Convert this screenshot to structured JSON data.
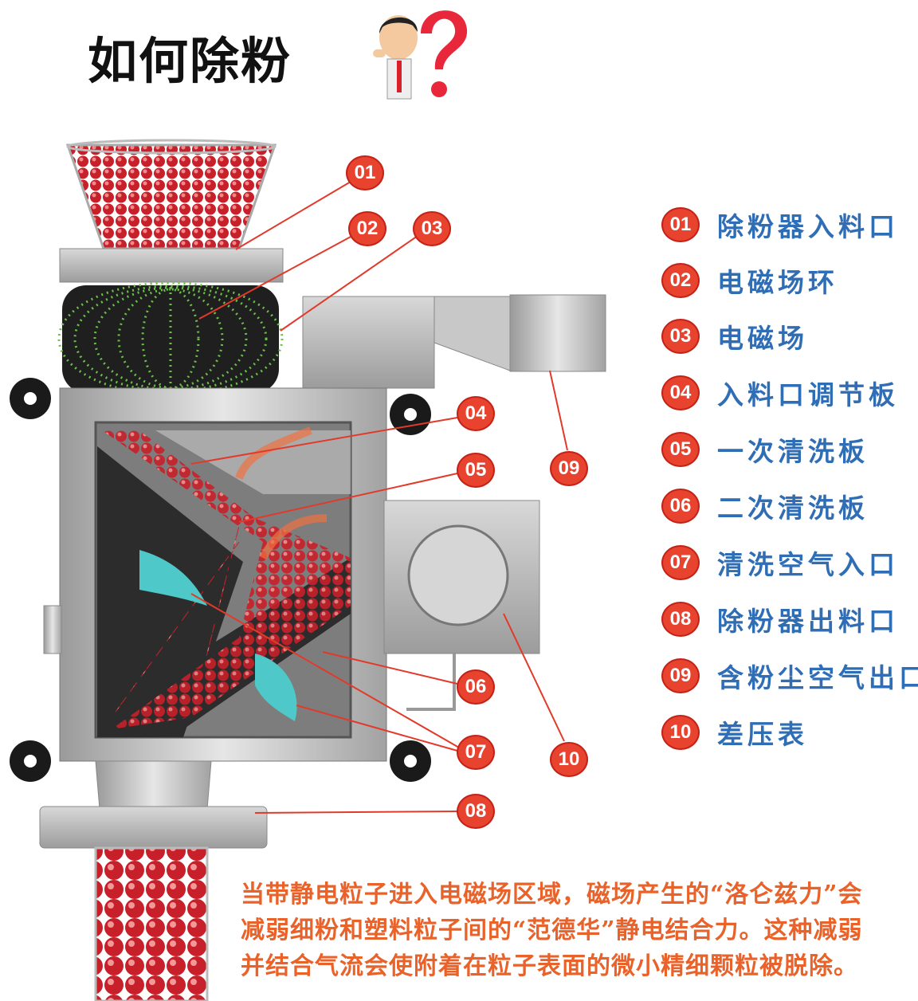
{
  "title": "如何除粉",
  "callouts": [
    "01",
    "02",
    "03",
    "04",
    "05",
    "06",
    "07",
    "08",
    "09",
    "10"
  ],
  "legend": [
    {
      "num": "01",
      "label": "除粉器入料口"
    },
    {
      "num": "02",
      "label": "电磁场环"
    },
    {
      "num": "03",
      "label": "电磁场"
    },
    {
      "num": "04",
      "label": "入料口调节板"
    },
    {
      "num": "05",
      "label": "一次清洗板"
    },
    {
      "num": "06",
      "label": "二次清洗板"
    },
    {
      "num": "07",
      "label": "清洗空气入口"
    },
    {
      "num": "08",
      "label": "除粉器出料口"
    },
    {
      "num": "09",
      "label": "含粉尘空气出口"
    },
    {
      "num": "10",
      "label": "差压表"
    }
  ],
  "description": [
    "当带静电粒子进入电磁场区域，磁场产生的“洛仑兹力”会",
    "减弱细粉和塑料粒子间的“范德华”静电结合力。这种减弱",
    "并结合气流会使附着在粒子表面的微小精细颗粒被脱除。"
  ],
  "colors": {
    "badge": "#e8432f",
    "legend_text": "#2f6db5",
    "description": "#e8622a",
    "pellet": "#c8202a",
    "field": "#6cc04a"
  }
}
